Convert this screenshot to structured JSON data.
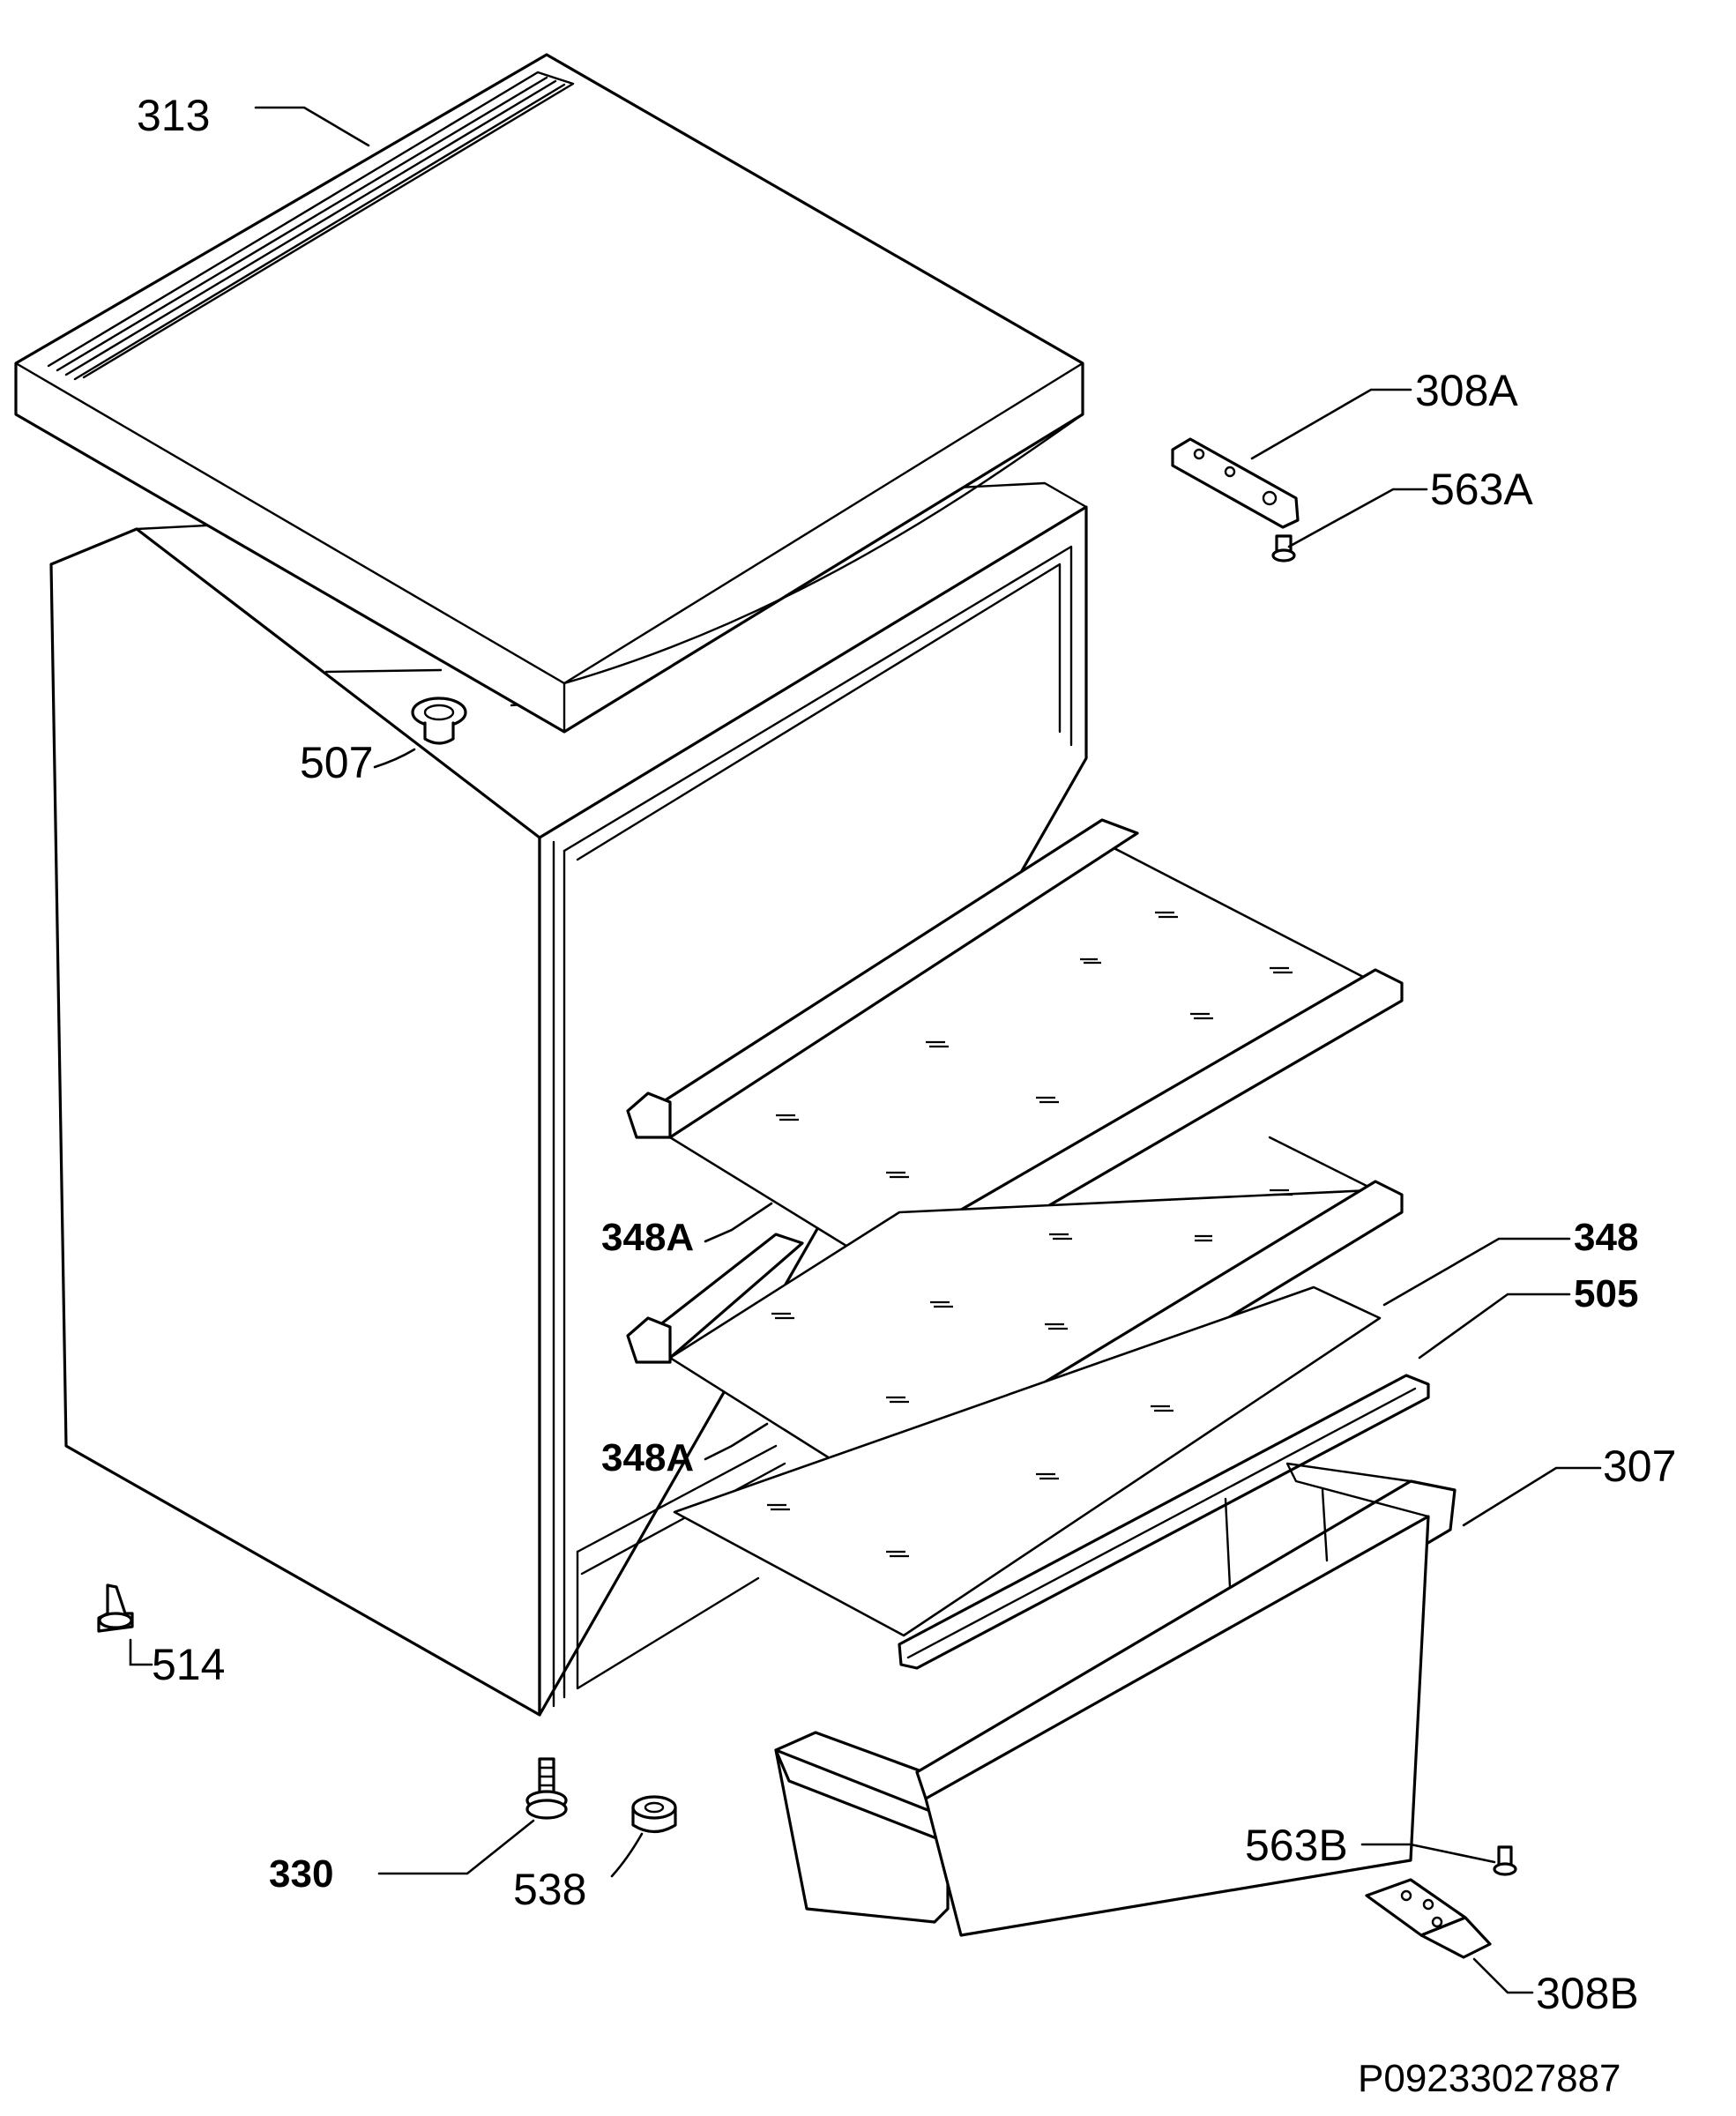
{
  "parts": {
    "lid": "313",
    "hinge_top": "308A",
    "screw_top": "563A",
    "plug": "507",
    "shelf_1": "348A",
    "shelf_2": "348A",
    "shelf_glass": "348",
    "shelf_trim": "505",
    "crisper_drawer": "307",
    "foot_clip": "514",
    "adjustable_foot": "330",
    "spacer": "538",
    "screw_bottom": "563B",
    "hinge_bottom": "308B"
  },
  "drawing_code": "P09233027887"
}
